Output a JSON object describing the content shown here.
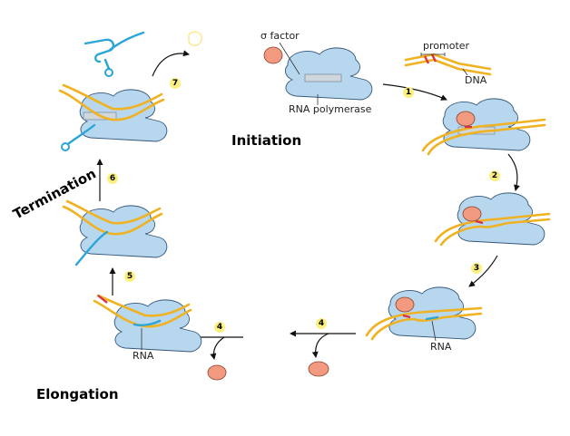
{
  "labels": {
    "sigma_factor": "σ factor",
    "promoter": "promoter",
    "dna": "DNA",
    "rna_polymerase": "RNA polymerase",
    "rna_right": "RNA",
    "rna_left": "RNA"
  },
  "sections": {
    "initiation": "Initiation",
    "termination": "Termination",
    "elongation": "Elongation"
  },
  "steps": [
    "1",
    "2",
    "3",
    "4",
    "4",
    "5",
    "6",
    "7"
  ],
  "colors": {
    "polymerase": "#b7d7ef",
    "dna": "#f0b221",
    "rna": "#2aa5d8",
    "sigma": "#f19a80",
    "promoter_mark": "#d9304b",
    "step_badge": "#fbef7e"
  }
}
